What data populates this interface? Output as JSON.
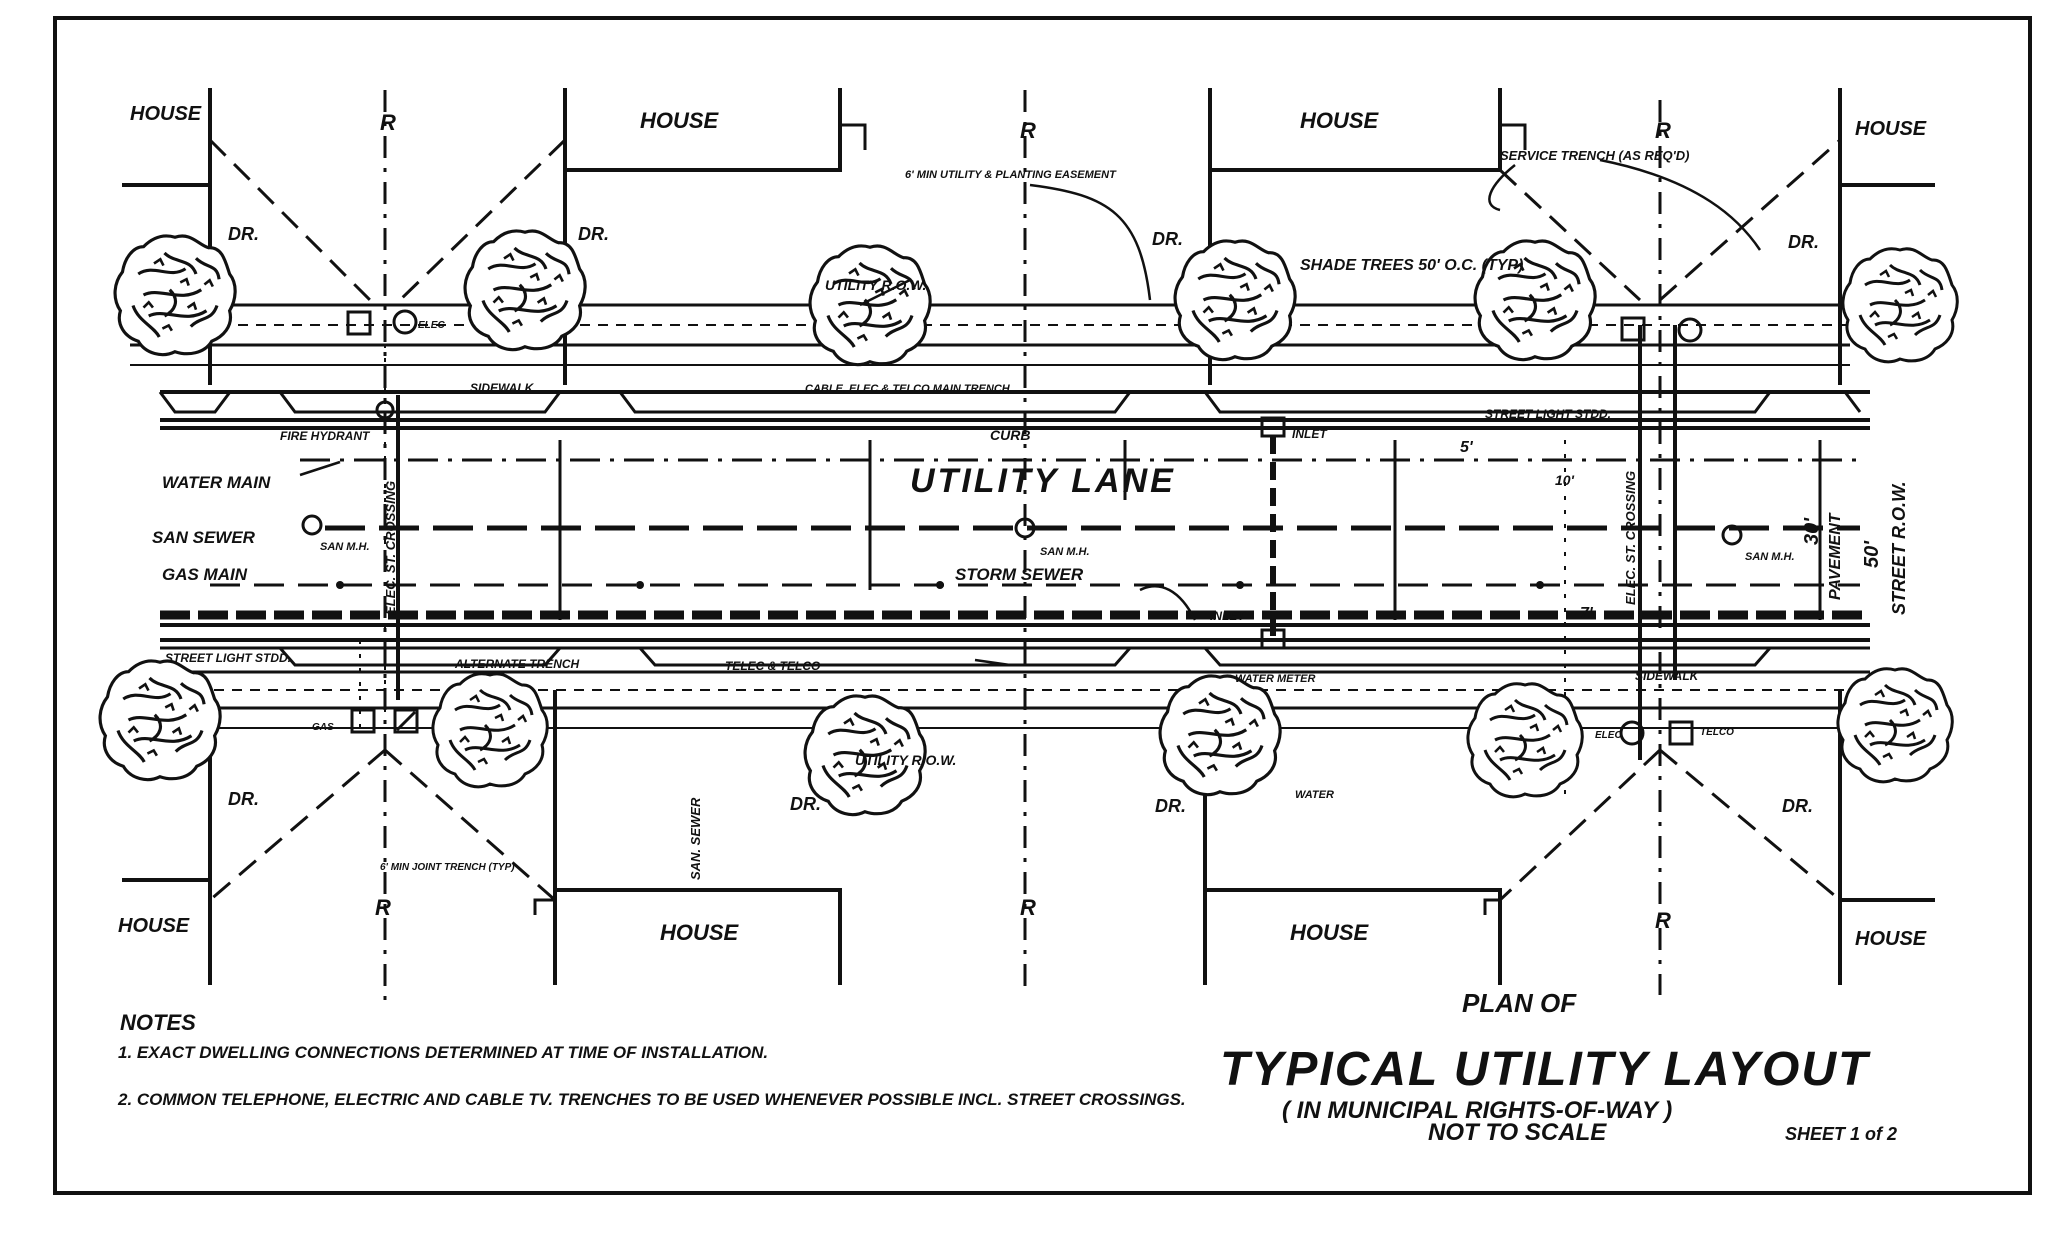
{
  "labels": {
    "house": "HOUSE",
    "dr": "DR.",
    "property_line": "R",
    "utility_lane": "UTILITY LANE",
    "water_main": "WATER MAIN",
    "san_sewer": "SAN SEWER",
    "gas_main": "GAS MAIN",
    "storm_sewer": "STORM SEWER",
    "sidewalk": "SIDEWALK",
    "curb": "CURB",
    "fire_hydrant": "FIRE HYDRANT",
    "inlet": "INLET",
    "san_mh": "SAN M.H.",
    "street_light_stdd": "STREET LIGHT STDD.",
    "alternate_trench": "ALTERNATE TRENCH",
    "telec_trench": "TELEC & TELCO",
    "cable_trench": "CABLE, ELEC & TELCO MAIN TRENCH",
    "utility_row": "UTILITY R.O.W.",
    "utility_easement": "6' MIN UTILITY & PLANTING EASEMENT",
    "service_trench": "SERVICE TRENCH (AS REQ'D)",
    "shade_trees": "SHADE TREES 50' O.C. (TYP)",
    "pavement": "PAVEMENT",
    "street_row": "STREET R.O.W.",
    "row_width": "50'",
    "pavement_width": "30'",
    "dim_5": "5'",
    "dim_7": "7'",
    "dim_10": "10'",
    "san_sewer_vert": "SAN. SEWER",
    "elec_st_crossing": "ELEC. ST. CROSSING",
    "water": "WATER",
    "water_meter": "WATER METER",
    "telco": "TELCO",
    "elec": "ELEC",
    "gas": "GAS",
    "min_joint_trench": "6' MIN JOINT TRENCH (TYP)"
  },
  "notes": {
    "heading": "NOTES",
    "items": [
      "1. EXACT DWELLING CONNECTIONS DETERMINED AT TIME OF INSTALLATION.",
      "2. COMMON TELEPHONE, ELECTRIC AND CABLE TV. TRENCHES TO BE USED WHENEVER POSSIBLE INCL. STREET CROSSINGS."
    ]
  },
  "title_block": {
    "plan_of": "PLAN OF",
    "title": "TYPICAL UTILITY LAYOUT",
    "subtitle": "( IN MUNICIPAL RIGHTS-OF-WAY )",
    "scale": "NOT TO SCALE",
    "sheet": "SHEET 1 of 2"
  }
}
